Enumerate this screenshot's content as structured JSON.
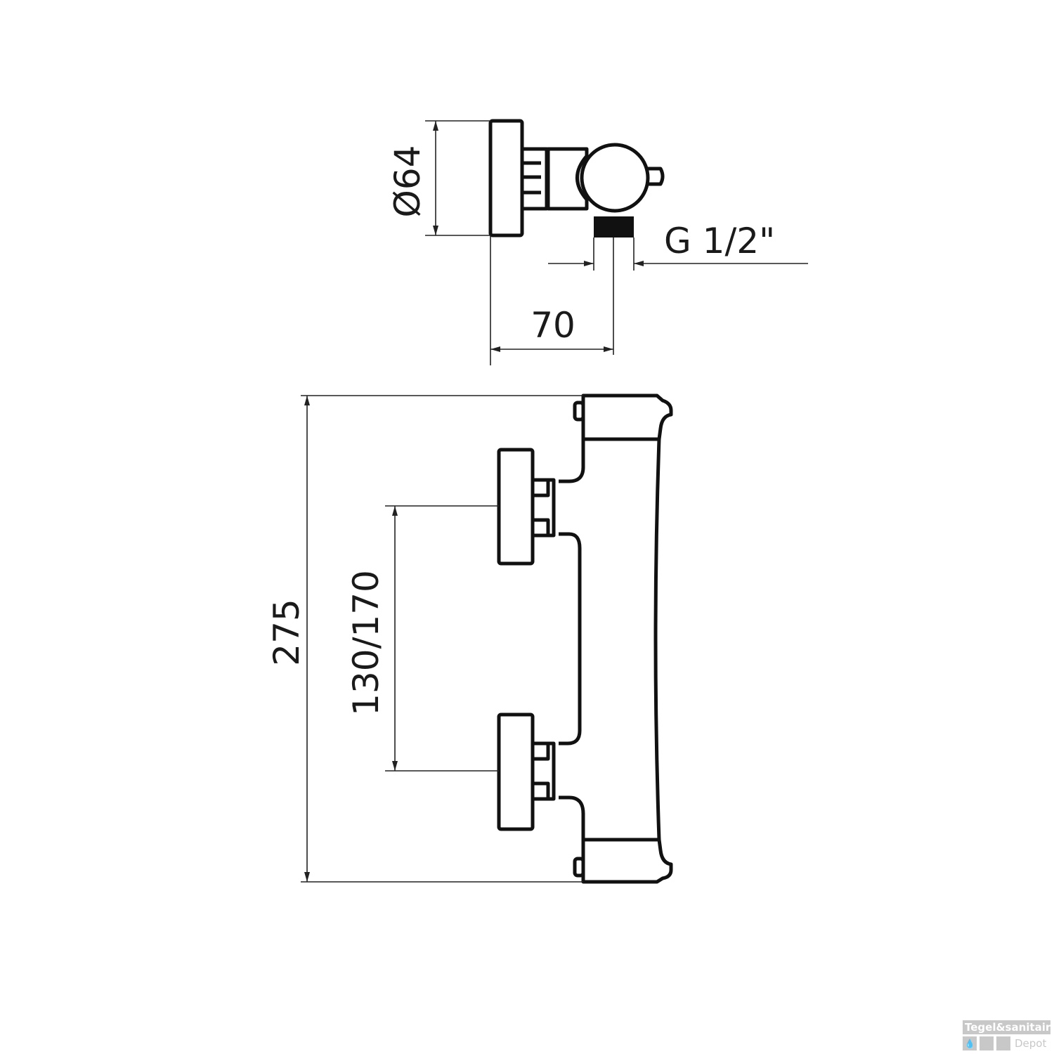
{
  "dimensions": {
    "diameter": "Ø64",
    "thread": "G 1/2\"",
    "depth": "70",
    "height": "275",
    "spacing": "130/170"
  },
  "watermark": {
    "line1": "Tegel&sanitair",
    "line2": "Depot"
  },
  "colors": {
    "line": "#111111",
    "watermark": "#c8c8c8"
  }
}
